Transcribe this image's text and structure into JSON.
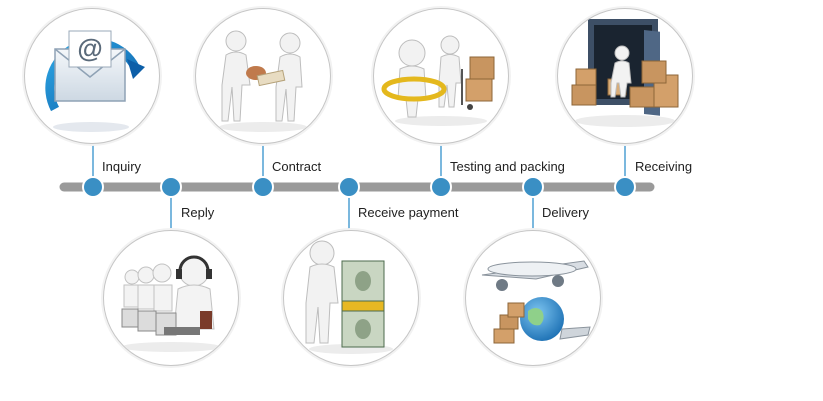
{
  "steps": [
    {
      "label": "Inquiry",
      "icon": "email-envelope-icon"
    },
    {
      "label": "Reply",
      "icon": "call-center-icon"
    },
    {
      "label": "Contract",
      "icon": "handshake-contract-icon"
    },
    {
      "label": "Receive payment",
      "icon": "money-stack-icon"
    },
    {
      "label": "Testing and packing",
      "icon": "magnifier-inspection-icon"
    },
    {
      "label": "Delivery",
      "icon": "airplane-globe-icon"
    },
    {
      "label": "Receiving",
      "icon": "warehouse-boxes-icon"
    }
  ],
  "colors": {
    "line": "#9a9a9a",
    "node": "#3a8fc4",
    "node_border": "#ffffff",
    "connector": "#5aa7d6",
    "circle_border": "#c6c6c6",
    "text": "#222222"
  }
}
